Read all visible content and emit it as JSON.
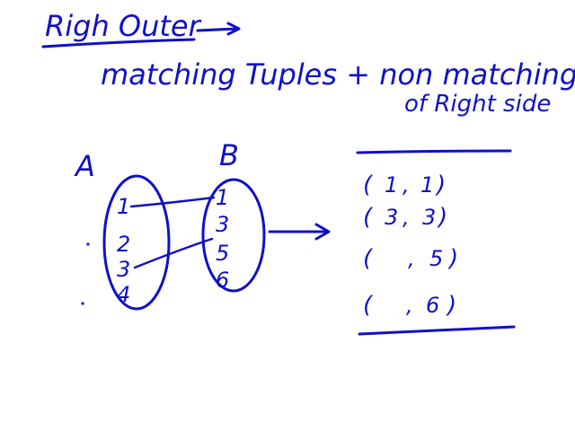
{
  "ink_color": "#1010c8",
  "title": "Righ Outer",
  "subtitle_line1": "matching Tuples + non matchings",
  "subtitle_line2": "of Right side",
  "set_a": {
    "label": "A",
    "values": [
      "1",
      "2",
      "3",
      "4"
    ]
  },
  "set_b": {
    "label": "B",
    "values": [
      "1",
      "3",
      "5",
      "6"
    ]
  },
  "result_rows": [
    {
      "left": "1",
      "right": "1"
    },
    {
      "left": "3",
      "right": "3"
    },
    {
      "left": "",
      "right": "5"
    },
    {
      "left": "",
      "right": "6"
    }
  ]
}
